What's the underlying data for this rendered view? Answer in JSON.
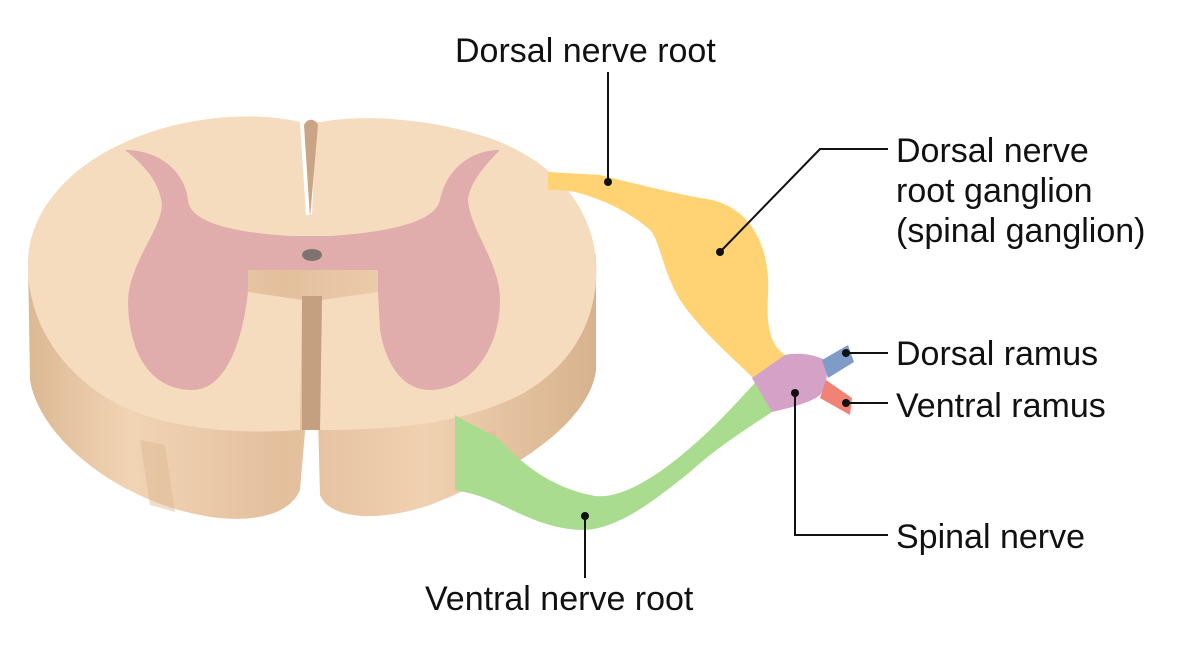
{
  "labels": {
    "dorsal_nerve_root": "Dorsal nerve root",
    "ganglion_line1": "Dorsal nerve",
    "ganglion_line2": "root ganglion",
    "ganglion_line3": "(spinal ganglion)",
    "dorsal_ramus": "Dorsal ramus",
    "ventral_ramus": "Ventral ramus",
    "spinal_nerve": "Spinal nerve",
    "ventral_nerve_root": "Ventral nerve root"
  },
  "colors": {
    "white_matter": "#f6dcbe",
    "white_matter_side": "#e8c6a3",
    "white_matter_side_dark": "#d6b08d",
    "grey_matter": "#e1adac",
    "central_canal": "#7d7370",
    "dorsal_root": "#ffd273",
    "ventral_root": "#a9dc8e",
    "spinal_nerve": "#d3a2c6",
    "dorsal_ramus": "#7f9cc8",
    "ventral_ramus": "#f08276",
    "leader": "#111111"
  }
}
